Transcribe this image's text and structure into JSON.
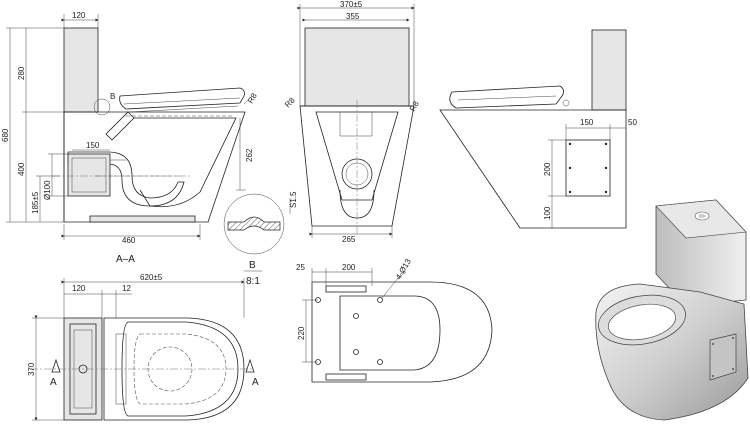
{
  "views": {
    "side_section": {
      "dims": {
        "cistern_width": "120",
        "total_height": "680",
        "cistern_height": "280",
        "seat_level": "400",
        "outlet_height": "185±5",
        "outlet_diameter": "Ø100",
        "pipe_length": "150",
        "depth": "262",
        "radius": "R8",
        "base_length": "460",
        "detail_ref": "B"
      },
      "section_label": "A–A"
    },
    "front": {
      "dims": {
        "overall_width": "370±5",
        "cistern_width": "355",
        "base_width": "265",
        "radius_left": "R8",
        "radius_right": "R8"
      }
    },
    "right_side": {
      "dims": {
        "panel_width": "150",
        "panel_offset": "50",
        "panel_height": "200",
        "panel_bottom": "100"
      }
    },
    "detail_b": {
      "title": "B",
      "scale": "8:1",
      "dim": "S1.5"
    },
    "top_view": {
      "dims": {
        "overall_length": "620±5",
        "cistern_depth": "120",
        "offset": "12",
        "width": "370"
      },
      "section_mark_left": "A",
      "section_mark_right": "A"
    },
    "bottom_view": {
      "dims": {
        "edge": "25",
        "slot_length": "200",
        "holes": "4-Ø13",
        "hole_spacing": "220"
      }
    }
  },
  "colors": {
    "line": "#222222",
    "fill": "#e6e6e6",
    "background": "#ffffff"
  }
}
